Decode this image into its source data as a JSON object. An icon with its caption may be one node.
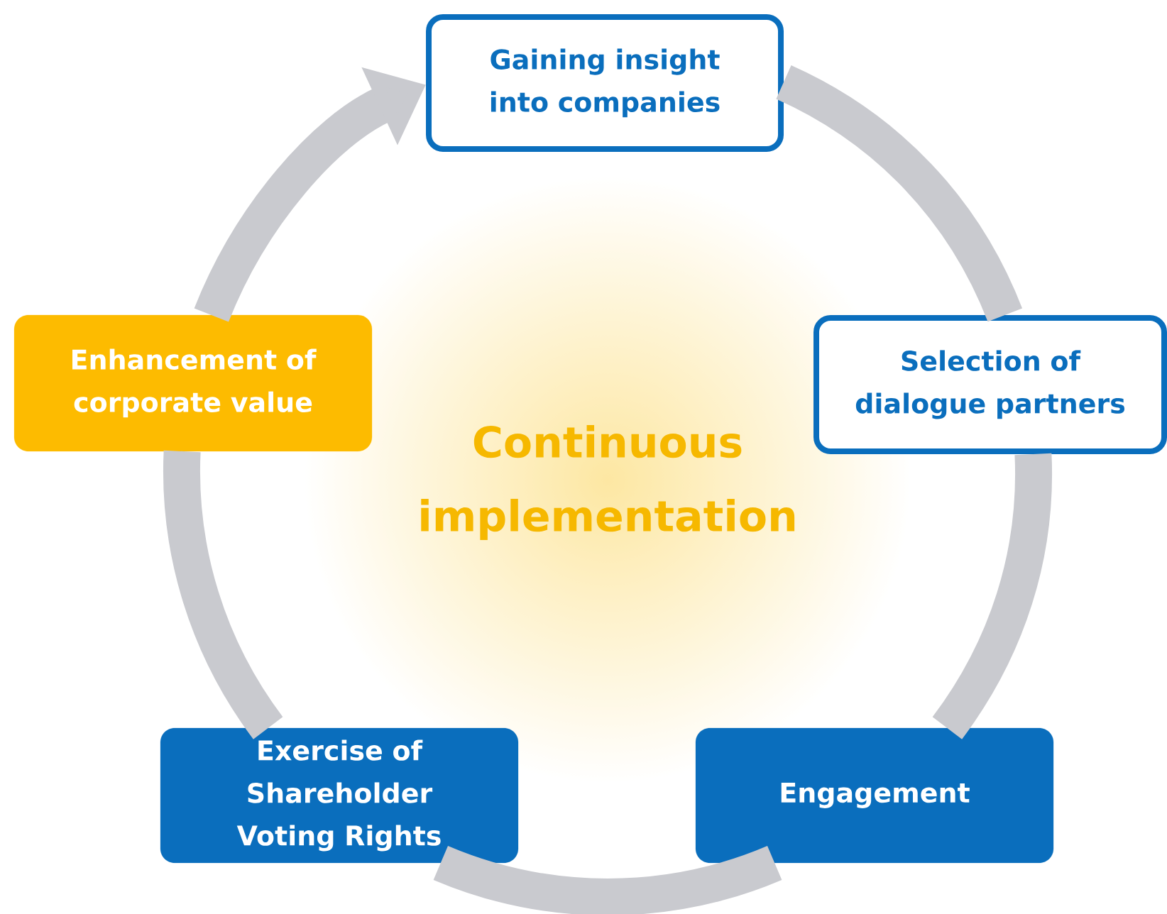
{
  "diagram": {
    "nodes": [
      {
        "text": [
          "Gaining insight into companies"
        ]
      },
      {
        "text": [
          "Selection of dialogue partners"
        ]
      },
      {
        "text": [
          "Engagement"
        ]
      },
      {
        "text": [
          "Exercise of Shareholder Voting Rights"
        ]
      },
      {
        "text": [
          "Enhancement of corporate value"
        ]
      },
      {
        "text": [
          "Continuous implementation"
        ]
      }
    ],
    "edges": [
      {
        "from": 0,
        "to": 1,
        "arrow": "none"
      },
      {
        "from": 1,
        "to": 2,
        "arrow": "none"
      },
      {
        "from": 2,
        "to": 3,
        "arrow": "none"
      },
      {
        "from": 3,
        "to": 4,
        "arrow": "none"
      },
      {
        "from": 4,
        "to": 0,
        "arrow": "to"
      }
    ]
  }
}
